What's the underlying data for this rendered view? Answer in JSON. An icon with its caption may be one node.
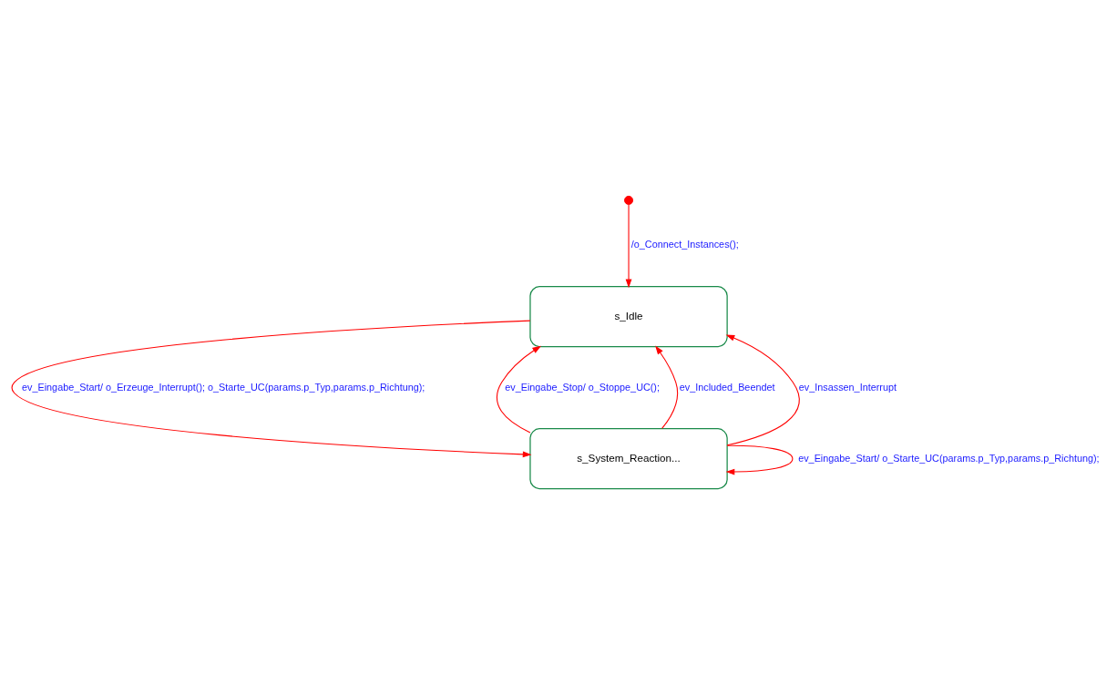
{
  "diagram": {
    "nodes": [
      {
        "text": [],
        "shape": "circle"
      },
      {
        "text": [
          "s_Idle"
        ]
      },
      {
        "text": [
          "s_System_Reaction..."
        ]
      }
    ],
    "edges": [
      {
        "from": 0,
        "to": 1,
        "arrow": "to",
        "label": "/o_Connect_Instances();"
      },
      {
        "from": 1,
        "to": 2,
        "arrow": "to",
        "label": "ev_Eingabe_Start/ o_Erzeuge_Interrupt(); o_Starte_UC(params.p_Typ,params.p_Richtung);"
      },
      {
        "from": 2,
        "to": 1,
        "arrow": "to",
        "label": "ev_Eingabe_Stop/ o_Stoppe_UC();"
      },
      {
        "from": 2,
        "to": 1,
        "arrow": "to",
        "label": "ev_Included_Beendet"
      },
      {
        "from": 2,
        "to": 1,
        "arrow": "to",
        "label": "ev_Insassen_Interrupt"
      },
      {
        "from": 2,
        "to": 2,
        "arrow": "to",
        "label": "ev_Eingabe_Start/ o_Starte_UC(params.p_Typ,params.p_Richtung);"
      }
    ]
  }
}
